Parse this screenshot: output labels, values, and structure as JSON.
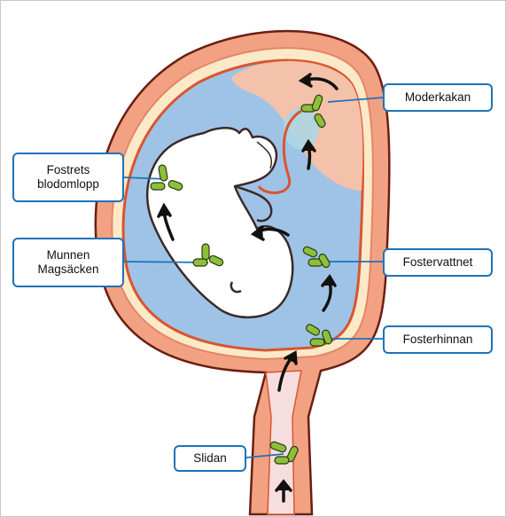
{
  "labels": {
    "fostrets_blodomlopp": "Fostrets\nblodomlopp",
    "munnen_magsacken": "Munnen\nMagsäcken",
    "slidan": "Slidan",
    "moderkakan": "Moderkakan",
    "fostervattnet": "Fostervattnet",
    "fosterhinnan": "Fosterhinnan"
  },
  "colors": {
    "uterus_wall": "#f2a283",
    "outline": "#6a1f12",
    "inner_band": "#fce9c8",
    "amniotic_fluid": "#9fc3e6",
    "placenta": "#f4c1aa",
    "fetus": "#ffffff",
    "bacteria": "#8cbf3a",
    "label_border": "#1f72b8"
  },
  "icons": [
    "bacteria-icon",
    "arrow-icon"
  ]
}
